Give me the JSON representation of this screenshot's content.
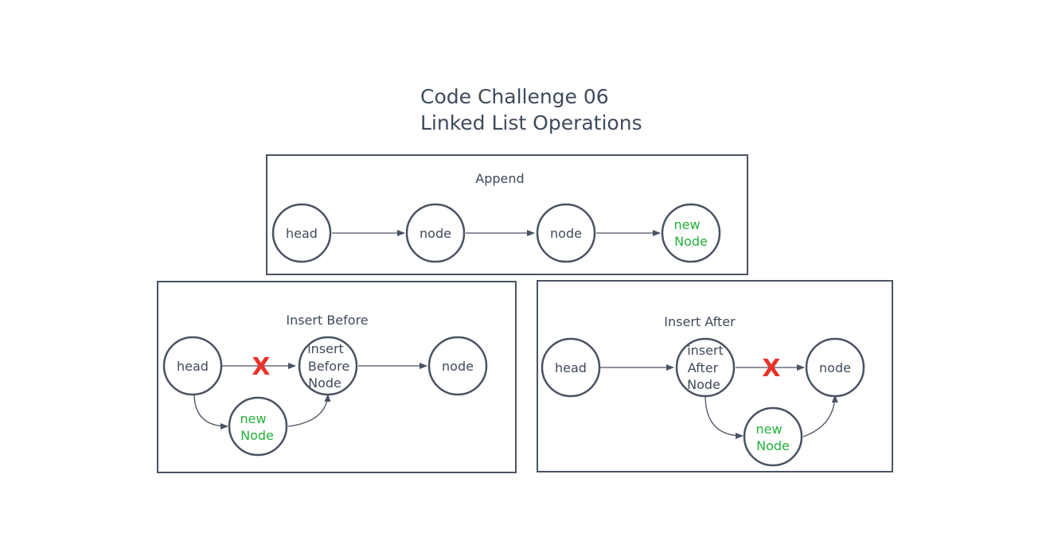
{
  "title": {
    "line1": "Code Challenge 06",
    "line2": "Linked List Operations"
  },
  "colors": {
    "stroke": "#4a5263",
    "text": "#3f4a5c",
    "new_node_text": "#22b03a",
    "x_mark": "#e8322b"
  },
  "append": {
    "label": "Append",
    "nodes": [
      {
        "lines": [
          "head"
        ]
      },
      {
        "lines": [
          "node"
        ]
      },
      {
        "lines": [
          "node"
        ]
      },
      {
        "lines": [
          "new",
          "Node"
        ],
        "highlight": true
      }
    ]
  },
  "insert_before": {
    "label": "Insert Before",
    "nodes": [
      {
        "lines": [
          "head"
        ]
      },
      {
        "lines": [
          "insert",
          "Before",
          "Node"
        ]
      },
      {
        "lines": [
          "node"
        ]
      },
      {
        "lines": [
          "new",
          "Node"
        ],
        "highlight": true
      }
    ],
    "removed_mark": "X"
  },
  "insert_after": {
    "label": "Insert After",
    "nodes": [
      {
        "lines": [
          "head"
        ]
      },
      {
        "lines": [
          "insert",
          "After",
          "Node"
        ]
      },
      {
        "lines": [
          "node"
        ]
      },
      {
        "lines": [
          "new",
          "Node"
        ],
        "highlight": true
      }
    ],
    "removed_mark": "X"
  }
}
